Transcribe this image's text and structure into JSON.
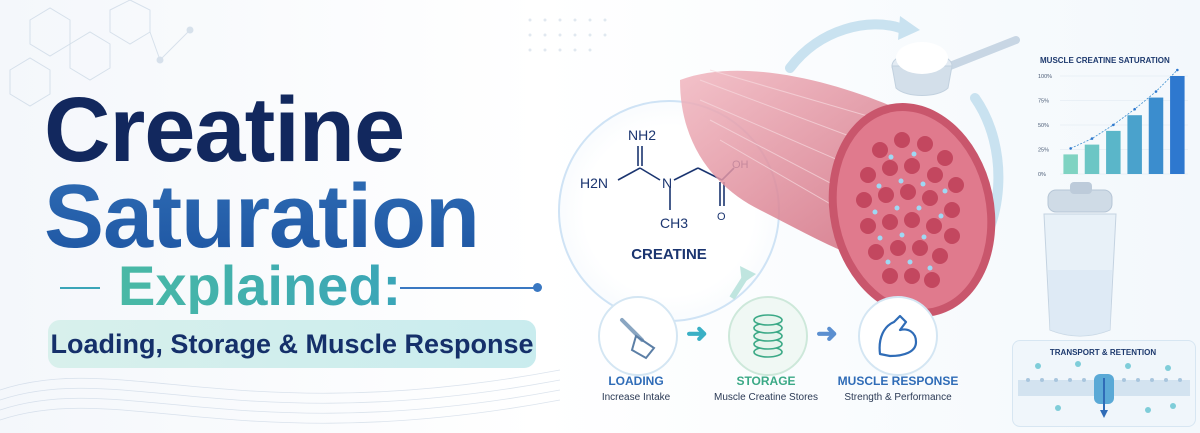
{
  "headline": {
    "line1": "Creatine",
    "line2": "Saturation",
    "line3": "Explained:"
  },
  "subtitle": "Loading, Storage & Muscle Response",
  "molecule": {
    "label": "CREATINE",
    "atoms": {
      "nh2_top": "NH2",
      "h2n_left": "H2N",
      "n_center": "N",
      "ch3": "CH3",
      "oh": "OH",
      "o": "O"
    }
  },
  "chart_data": {
    "type": "bar",
    "title": "MUSCLE CREATINE SATURATION",
    "yticks": [
      "100%",
      "75%",
      "50%",
      "25%",
      "0%"
    ],
    "ylim": [
      0,
      100
    ],
    "values": [
      20,
      30,
      44,
      60,
      78,
      100
    ],
    "colors": [
      "#7fd3c2",
      "#6cc6c5",
      "#5ab6c9",
      "#4aa2cc",
      "#3b8dce",
      "#2e78cf"
    ]
  },
  "transport": {
    "title": "TRANSPORT & RETENTION"
  },
  "steps": [
    {
      "title": "LOADING",
      "subtitle": "Increase Intake",
      "color": "#2f6cb7",
      "icon": "scoop-icon"
    },
    {
      "title": "STORAGE",
      "subtitle": "Muscle Creatine Stores",
      "color": "#3ba986",
      "icon": "storage-coins-icon"
    },
    {
      "title": "MUSCLE RESPONSE",
      "subtitle": "Strength & Performance",
      "color": "#2f6cb7",
      "icon": "flexed-arm-icon"
    }
  ],
  "colors": {
    "navy": "#12285e",
    "blue": "#1e56a3",
    "teal": "#49b9a5",
    "muscle": "#d97f8f"
  }
}
